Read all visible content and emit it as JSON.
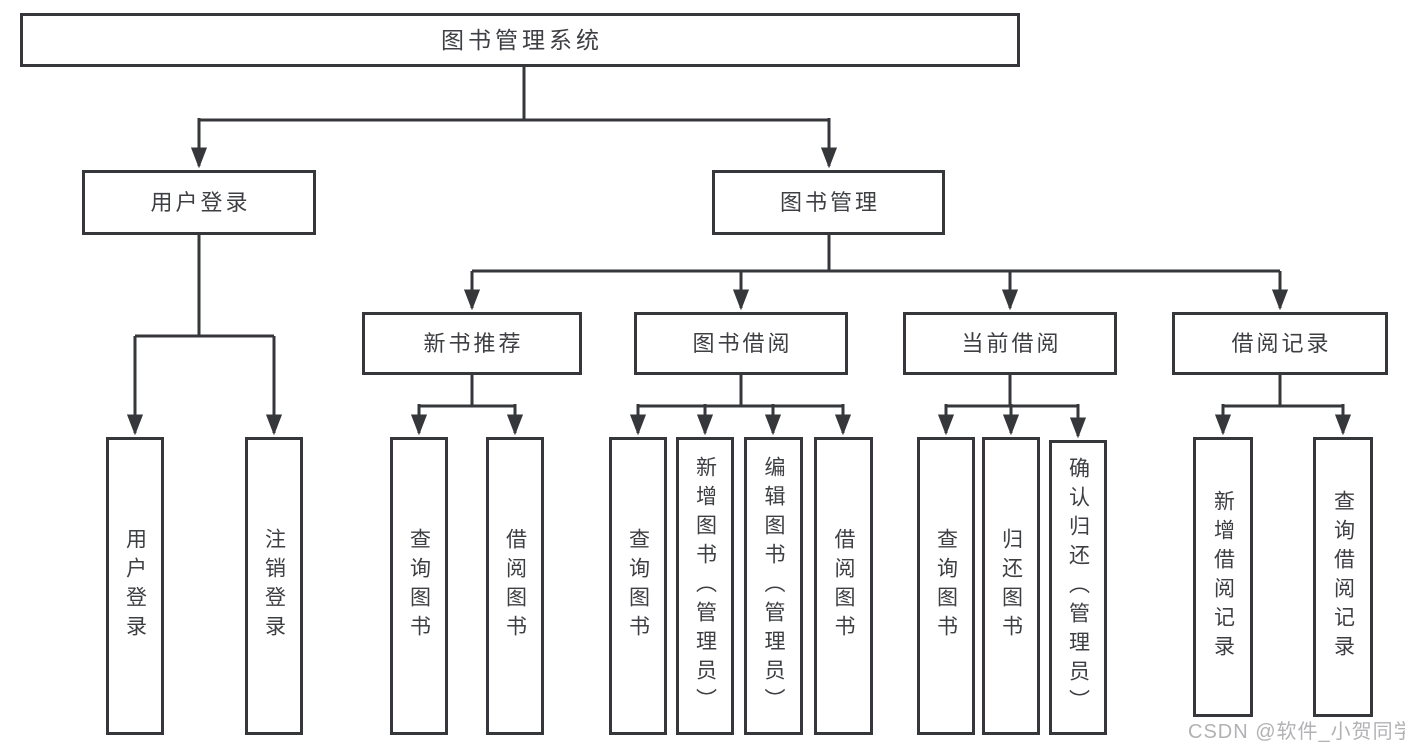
{
  "tree": {
    "root": {
      "label": "图书管理系统"
    },
    "level2": [
      {
        "label": "用户登录",
        "children": [
          {
            "label": "用户登录"
          },
          {
            "label": "注销登录"
          }
        ]
      },
      {
        "label": "图书管理",
        "children": [
          {
            "label": "新书推荐",
            "children": [
              {
                "label": "查询图书"
              },
              {
                "label": "借阅图书"
              }
            ]
          },
          {
            "label": "图书借阅",
            "children": [
              {
                "label": "查询图书"
              },
              {
                "label": "新增图书（管理员）"
              },
              {
                "label": "编辑图书（管理员）"
              },
              {
                "label": "借阅图书"
              }
            ]
          },
          {
            "label": "当前借阅",
            "children": [
              {
                "label": "查询图书"
              },
              {
                "label": "归还图书"
              },
              {
                "label": "确认归还（管理员）"
              }
            ]
          },
          {
            "label": "借阅记录",
            "children": [
              {
                "label": "新增借阅记录"
              },
              {
                "label": "查询借阅记录"
              }
            ]
          }
        ]
      }
    ]
  },
  "watermark": {
    "text": "CSDN @软件_小贺同学"
  },
  "colors": {
    "line": "#36373a",
    "text": "#3e3f43",
    "box_fill": "#ffffff",
    "watermark": "#b2b2b5",
    "background": "#ffffff"
  }
}
